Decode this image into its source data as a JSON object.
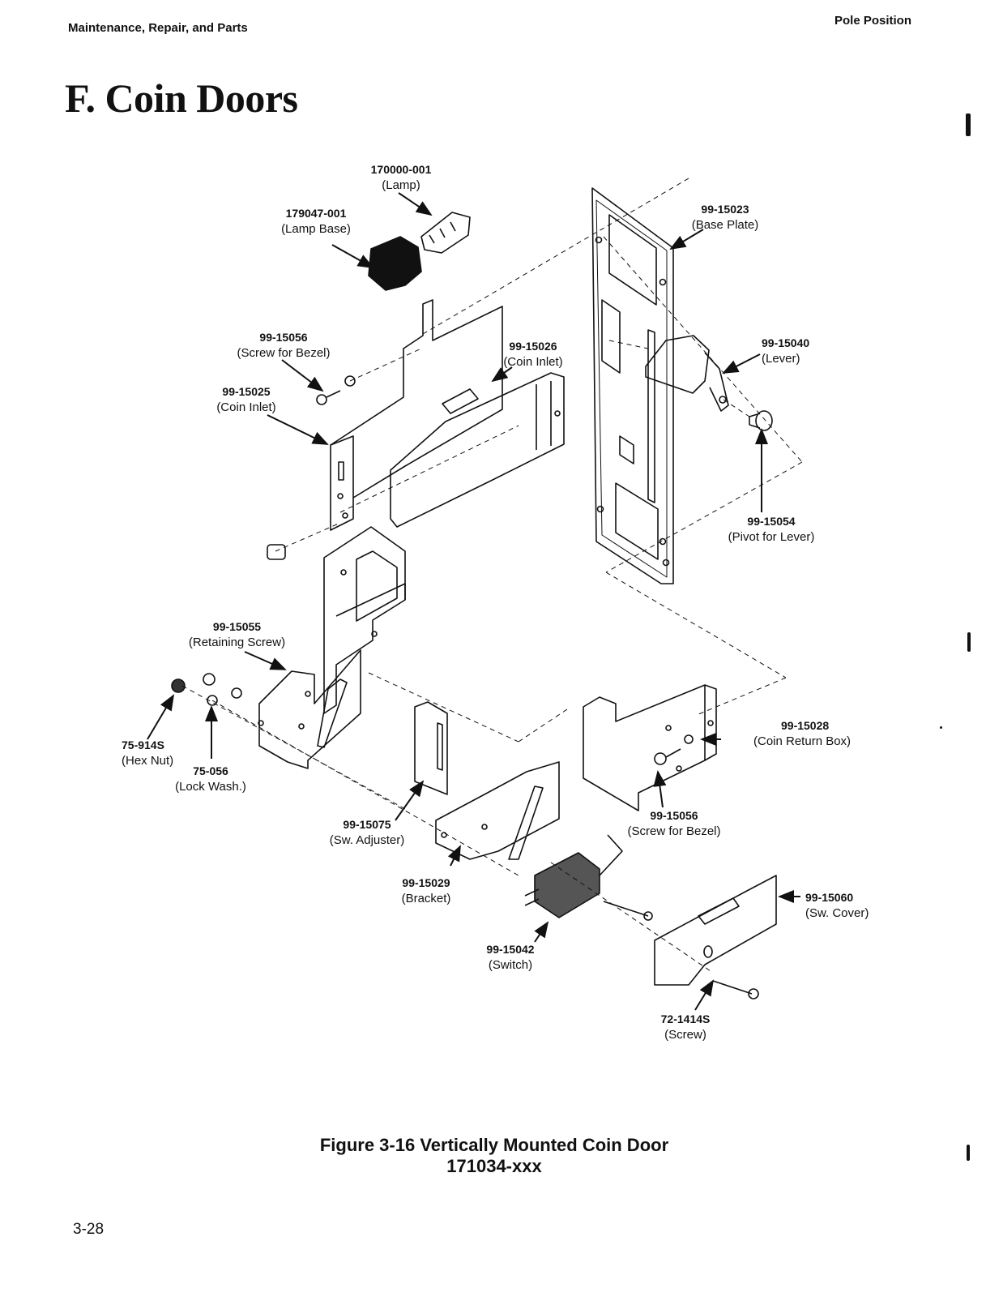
{
  "header": {
    "left": "Maintenance, Repair, and Parts",
    "right": "Pole Position"
  },
  "section_title": "F.  Coin Doors",
  "parts": [
    {
      "number": "170000-001",
      "name": "(Lamp)"
    },
    {
      "number": "179047-001",
      "name": "(Lamp Base)"
    },
    {
      "number": "99-15023",
      "name": "(Base Plate)"
    },
    {
      "number": "99-15056",
      "name": "(Screw for Bezel)"
    },
    {
      "number": "99-15026",
      "name": "(Coin Inlet)"
    },
    {
      "number": "99-15040",
      "name": "(Lever)"
    },
    {
      "number": "99-15025",
      "name": "(Coin Inlet)"
    },
    {
      "number": "99-15054",
      "name": "(Pivot for Lever)"
    },
    {
      "number": "99-15055",
      "name": "(Retaining Screw)"
    },
    {
      "number": "99-15028",
      "name": "(Coin Return Box)"
    },
    {
      "number": "75-914S",
      "name": "(Hex Nut)"
    },
    {
      "number": "75-056",
      "name": "(Lock Wash.)"
    },
    {
      "number": "99-15056",
      "name": "(Screw for Bezel)"
    },
    {
      "number": "99-15075",
      "name": "(Sw. Adjuster)"
    },
    {
      "number": "99-15029",
      "name": "(Bracket)"
    },
    {
      "number": "99-15060",
      "name": "(Sw. Cover)"
    },
    {
      "number": "99-15042",
      "name": "(Switch)"
    },
    {
      "number": "72-1414S",
      "name": "(Screw)"
    }
  ],
  "caption": {
    "line1": "Figure 3-16  Vertically Mounted Coin Door",
    "line2": "171034-xxx"
  },
  "page_number": "3-28"
}
